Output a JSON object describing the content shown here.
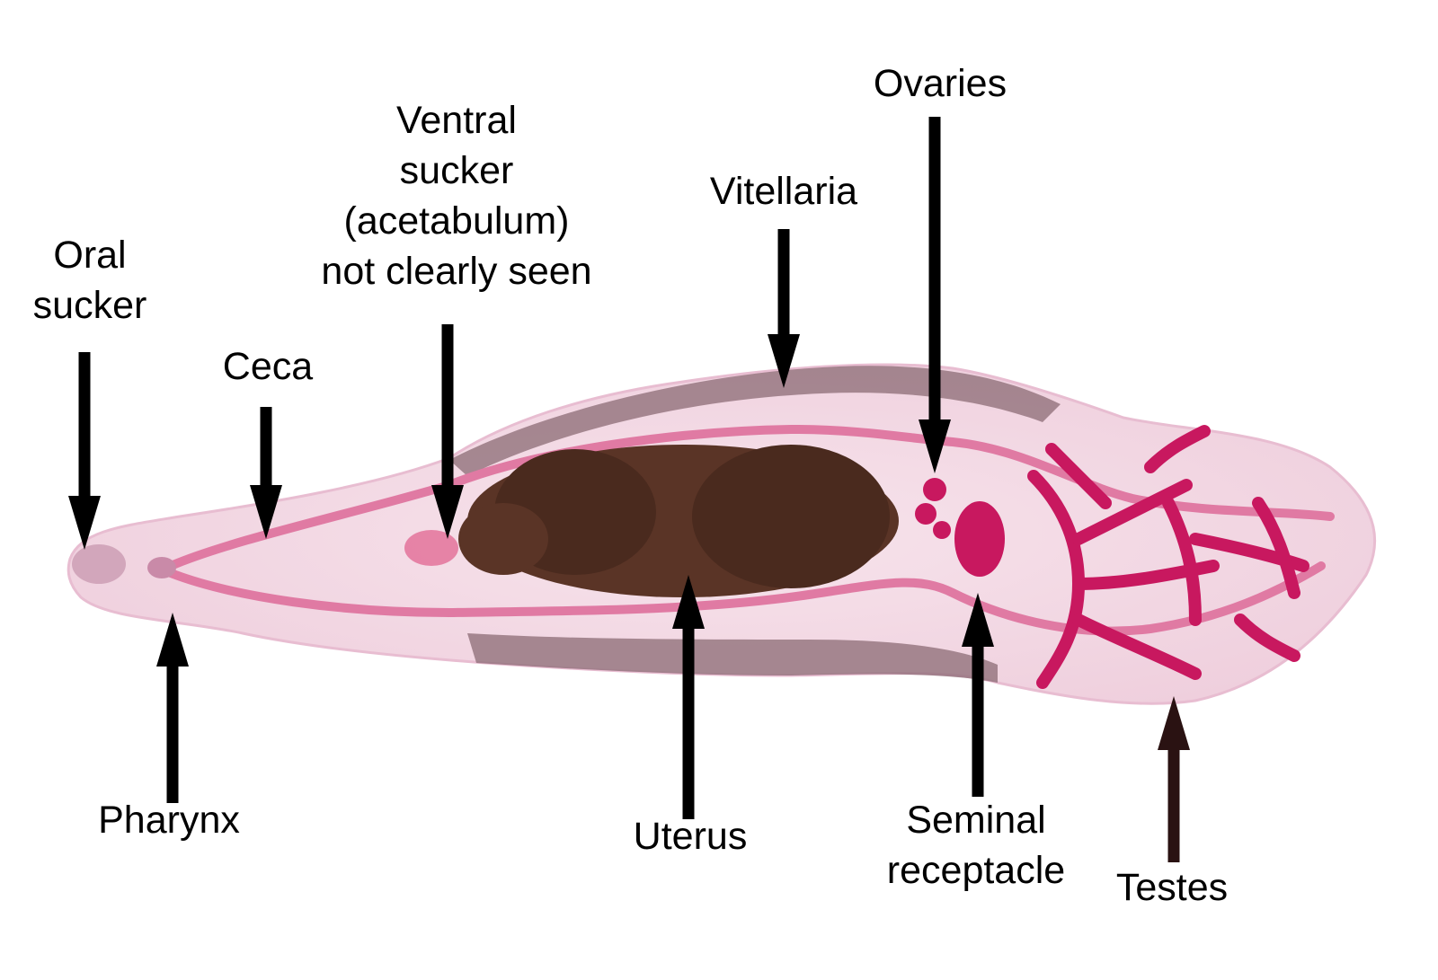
{
  "labels": {
    "oral_sucker": [
      "Oral",
      "sucker"
    ],
    "ceca": [
      "Ceca"
    ],
    "ventral_sucker": [
      "Ventral",
      "sucker",
      "(acetabulum)",
      "not clearly seen"
    ],
    "vitellaria": [
      "Vitellaria"
    ],
    "ovaries": [
      "Ovaries"
    ],
    "pharynx": [
      "Pharynx"
    ],
    "uterus": [
      "Uterus"
    ],
    "seminal_receptacle": [
      "Seminal",
      "receptacle"
    ],
    "testes": [
      "Testes"
    ]
  },
  "colors": {
    "body": "#f4dbe6",
    "body_edge": "#e8bdd1",
    "stain_magenta": "#c8185f",
    "ceca_pink": "#e07aa3",
    "uterus_brown": "#4a2a1e",
    "vitellaria_speckle": "#6e4a55",
    "arrow": "#000000",
    "testes_arrow": "#2a1212"
  },
  "icons": [
    "arrow-down-icon",
    "arrow-up-icon"
  ]
}
